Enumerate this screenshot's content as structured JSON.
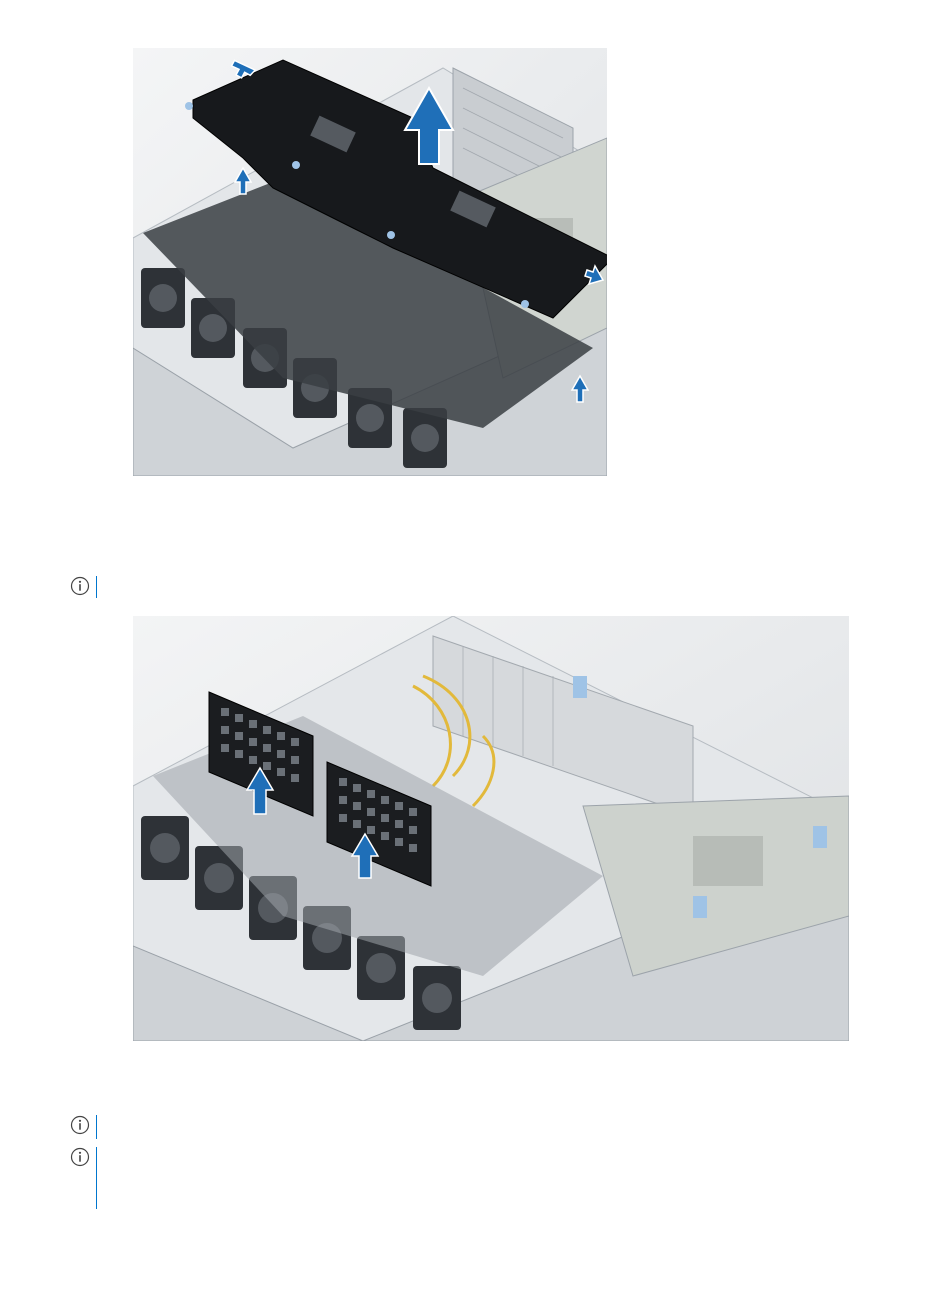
{
  "figures": [
    {
      "id": "figure-1",
      "shown": "air-shroud-cover-removal"
    },
    {
      "id": "figure-2",
      "shown": "gpu-card-holder-removal"
    }
  ],
  "notes": [
    {
      "icon": "info-icon"
    },
    {
      "icon": "info-icon"
    },
    {
      "icon": "info-icon"
    }
  ],
  "colors": {
    "dell_blue": "#0076ce",
    "arrow_blue": "#1f6fb8",
    "chassis_gray": "#d9dde1",
    "part_black": "#17191c",
    "fan_dark": "#2e3237",
    "touchpoint_blue": "#9fc3e6"
  }
}
